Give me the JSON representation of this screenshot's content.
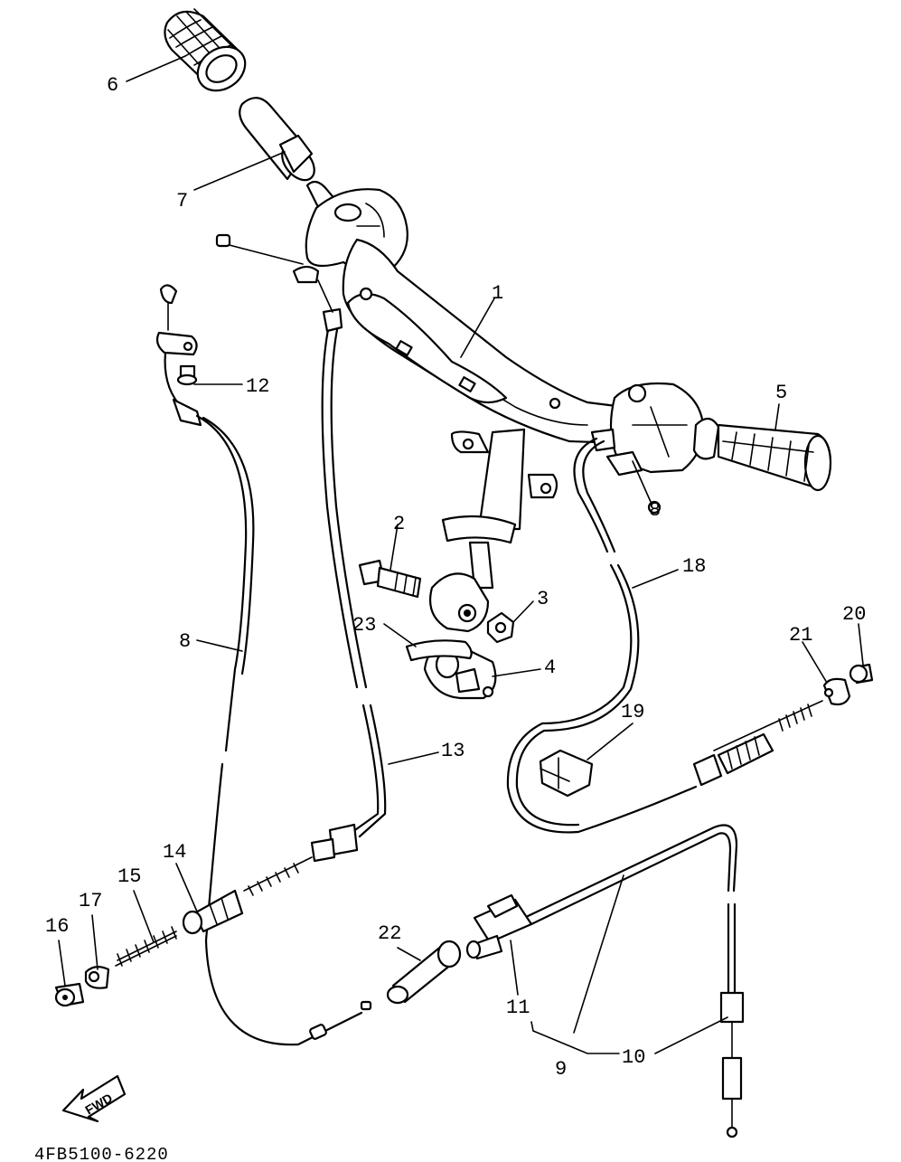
{
  "diagram": {
    "part_code": "4FB5100-6220",
    "fwd_label": "FWD",
    "callouts": {
      "p1": "1",
      "p2": "2",
      "p3": "3",
      "p4": "4",
      "p5": "5",
      "p6": "6",
      "p7": "7",
      "p8a": "8",
      "p8b": "8",
      "p9": "9",
      "p10": "10",
      "p11": "11",
      "p12": "12",
      "p13": "13",
      "p14": "14",
      "p15": "15",
      "p16": "16",
      "p17": "17",
      "p18": "18",
      "p19": "19",
      "p20": "20",
      "p21": "21",
      "p22": "22",
      "p23": "23"
    }
  }
}
